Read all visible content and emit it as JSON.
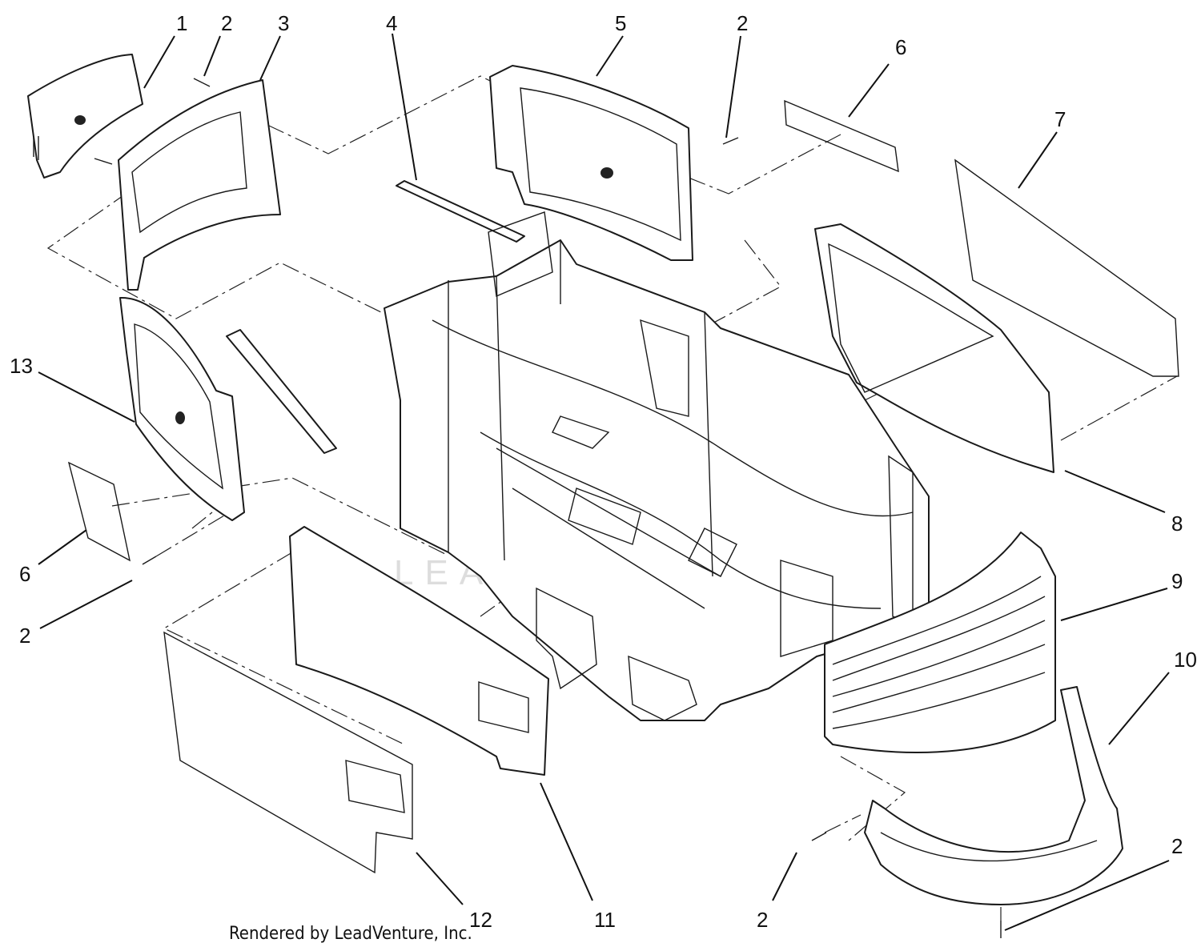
{
  "diagram": {
    "callouts": [
      {
        "id": "c1",
        "text": "1"
      },
      {
        "id": "c2a",
        "text": "2"
      },
      {
        "id": "c3",
        "text": "3"
      },
      {
        "id": "c4",
        "text": "4"
      },
      {
        "id": "c5",
        "text": "5"
      },
      {
        "id": "c2b",
        "text": "2"
      },
      {
        "id": "c6a",
        "text": "6"
      },
      {
        "id": "c7",
        "text": "7"
      },
      {
        "id": "c13",
        "text": "13"
      },
      {
        "id": "c8",
        "text": "8"
      },
      {
        "id": "c9",
        "text": "9"
      },
      {
        "id": "c6b",
        "text": "6"
      },
      {
        "id": "c2c",
        "text": "2"
      },
      {
        "id": "c10",
        "text": "10"
      },
      {
        "id": "c2d",
        "text": "2"
      },
      {
        "id": "c12",
        "text": "12"
      },
      {
        "id": "c11",
        "text": "11"
      },
      {
        "id": "c2e",
        "text": "2"
      }
    ],
    "credit": "Rendered by LeadVenture, Inc.",
    "watermark": "LEADVENTURE"
  },
  "colors": {
    "line": "#1a1a1a",
    "background": "#ffffff",
    "watermark": "#dddddd"
  }
}
